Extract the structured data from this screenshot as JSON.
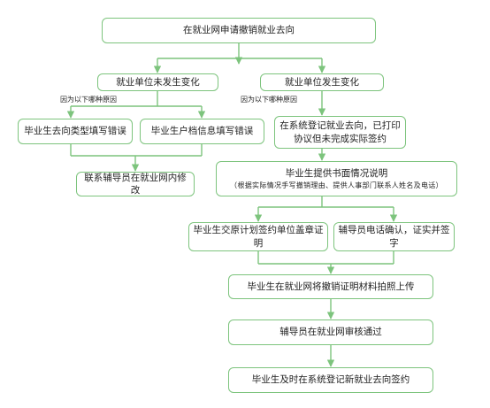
{
  "nodes": {
    "start": "在就业网申请撤销就业去向",
    "no_change": "就业单位未发生变化",
    "changed": "就业单位发生变化",
    "type_error": "毕业生去向类型填写错误",
    "file_error": "毕业生户档信息填写错误",
    "printed_line1": "在系统登记就业去向，已打印",
    "printed_line2": "协议但未完成实际签约",
    "modify": "联系辅导员在就业网内修改",
    "written_main": "毕业生提供书面情况说明",
    "written_sub": "（根据实际情况手写撤销理由、提供人事部门联系人姓名及电话）",
    "proof": "毕业生交原计划签约单位盖章证明",
    "confirm": "辅导员电话确认，证实并签字",
    "upload": "毕业生在就业网将撤销证明材料拍照上传",
    "review": "辅导员在就业网审核通过",
    "relogin": "毕业生及时在系统登记新就业去向签约"
  },
  "labels": {
    "reason_left": "因为以下哪种原因",
    "reason_right": "因为以下哪种原因"
  },
  "colors": {
    "border": "#7dc47d",
    "line": "#7dc47d"
  }
}
